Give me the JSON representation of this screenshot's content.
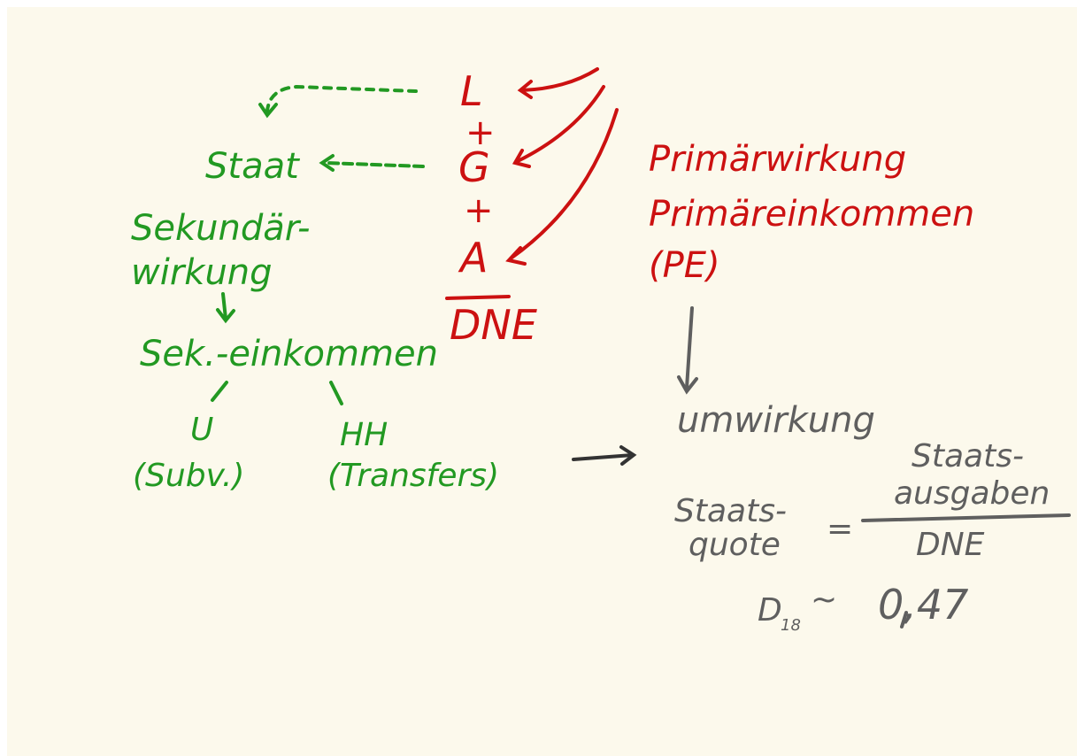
{
  "colors": {
    "paper": "#fcf9ec",
    "red": "#cc1111",
    "green": "#229922",
    "gray": "#5f5f5f"
  },
  "center_column": {
    "L": "L",
    "plus1": "+",
    "G": "G",
    "plus2": "+",
    "A": "A",
    "total": "DNE"
  },
  "right_red": {
    "line1": "Primärwirkung",
    "line2": "Primäreinkommen",
    "line3": "(PE)"
  },
  "left_green": {
    "staat": "Staat",
    "sekundaer_line1": "Sekundär-",
    "sekundaer_line2": "wirkung",
    "sek_einkommen": "Sek.-einkommen",
    "u_label": "U",
    "u_sub": "(Subv.)",
    "hh_label": "HH",
    "hh_sub": "(Transfers)"
  },
  "right_gray": {
    "umwirkung": "umwirkung",
    "staatsquote_line1": "Staats-",
    "staatsquote_line2": "quote",
    "equals": "=",
    "numerator_line1": "Staats-",
    "numerator_line2": "ausgaben",
    "denominator": "DNE",
    "d_label": "D",
    "d_sub": "18",
    "approx": "~",
    "value": "0,47"
  }
}
